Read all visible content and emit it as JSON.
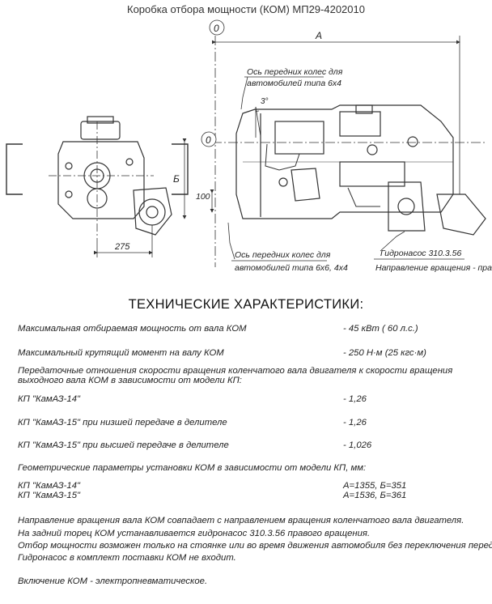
{
  "header": {
    "title": "Коробка отбора мощности (КОМ) МП29-4202010"
  },
  "drawing": {
    "datum_label": "0",
    "dim_a": "А",
    "dim_b": "Б",
    "dim_275": "275",
    "dim_100": "100",
    "angle": "3°",
    "axle_6x4_line1": "Ось передних колес для",
    "axle_6x4_line2": "автомобилей типа 6х4",
    "axle_6x6_line1": "Ось передних колес для",
    "axle_6x6_line2": "автомобилей типа 6х6, 4х4",
    "pump_label": "Гидронасос 310.3.56",
    "rotation_label": "Направление вращения - правое"
  },
  "specs": {
    "heading": "ТЕХНИЧЕСКИЕ ХАРАКТЕРИСТИКИ:",
    "max_power_label": "Максимальная отбираемая мощность от вала КОМ",
    "max_power_value": "- 45 кВт ( 60 л.с.)",
    "max_torque_label": "Максимальный крутящий момент на валу КОМ",
    "max_torque_value": "- 250 Н·м (25 кгс·м)",
    "ratio_intro_line1": "Передаточные отношения скорости вращения коленчатого вала двигателя к скорости вращения",
    "ratio_intro_line2": "выходного вала КОМ в зависимости от модели КП:",
    "kp14_label": "КП \"КамАЗ-14\"",
    "kp14_value": "- 1,26",
    "kp15_low_label": "КП \"КамАЗ-15\" при низшей передаче в делителе",
    "kp15_low_value": "- 1,26",
    "kp15_high_label": "КП \"КамАЗ-15\" при высшей передаче в делителе",
    "kp15_high_value": "- 1,026",
    "geom_intro": "Геометрические параметры установки КОМ в зависимости от модели КП, мм:",
    "geom_kp14_label": "КП \"КамАЗ-14\"",
    "geom_kp14_value": "А=1355, Б=351",
    "geom_kp15_label": "КП \"КамАЗ-15\"",
    "geom_kp15_value": "А=1536, Б=361"
  },
  "notes": {
    "line1": "Направление вращения вала КОМ совпадает с направлением вращения коленчатого вала двигателя.",
    "line2": "На задний торец КОМ устанавливается гидронасос 310.3.56 правого вращения.",
    "line3": "Отбор мощности возможен только на стоянке или во время движения автомобиля без переключения передач.",
    "line4": "Гидронасос в комплект поставки КОМ не входит.",
    "line5": "Включение КОМ - электропневматическое."
  },
  "colors": {
    "ink": "#222222",
    "line": "#333333",
    "background": "#ffffff"
  }
}
